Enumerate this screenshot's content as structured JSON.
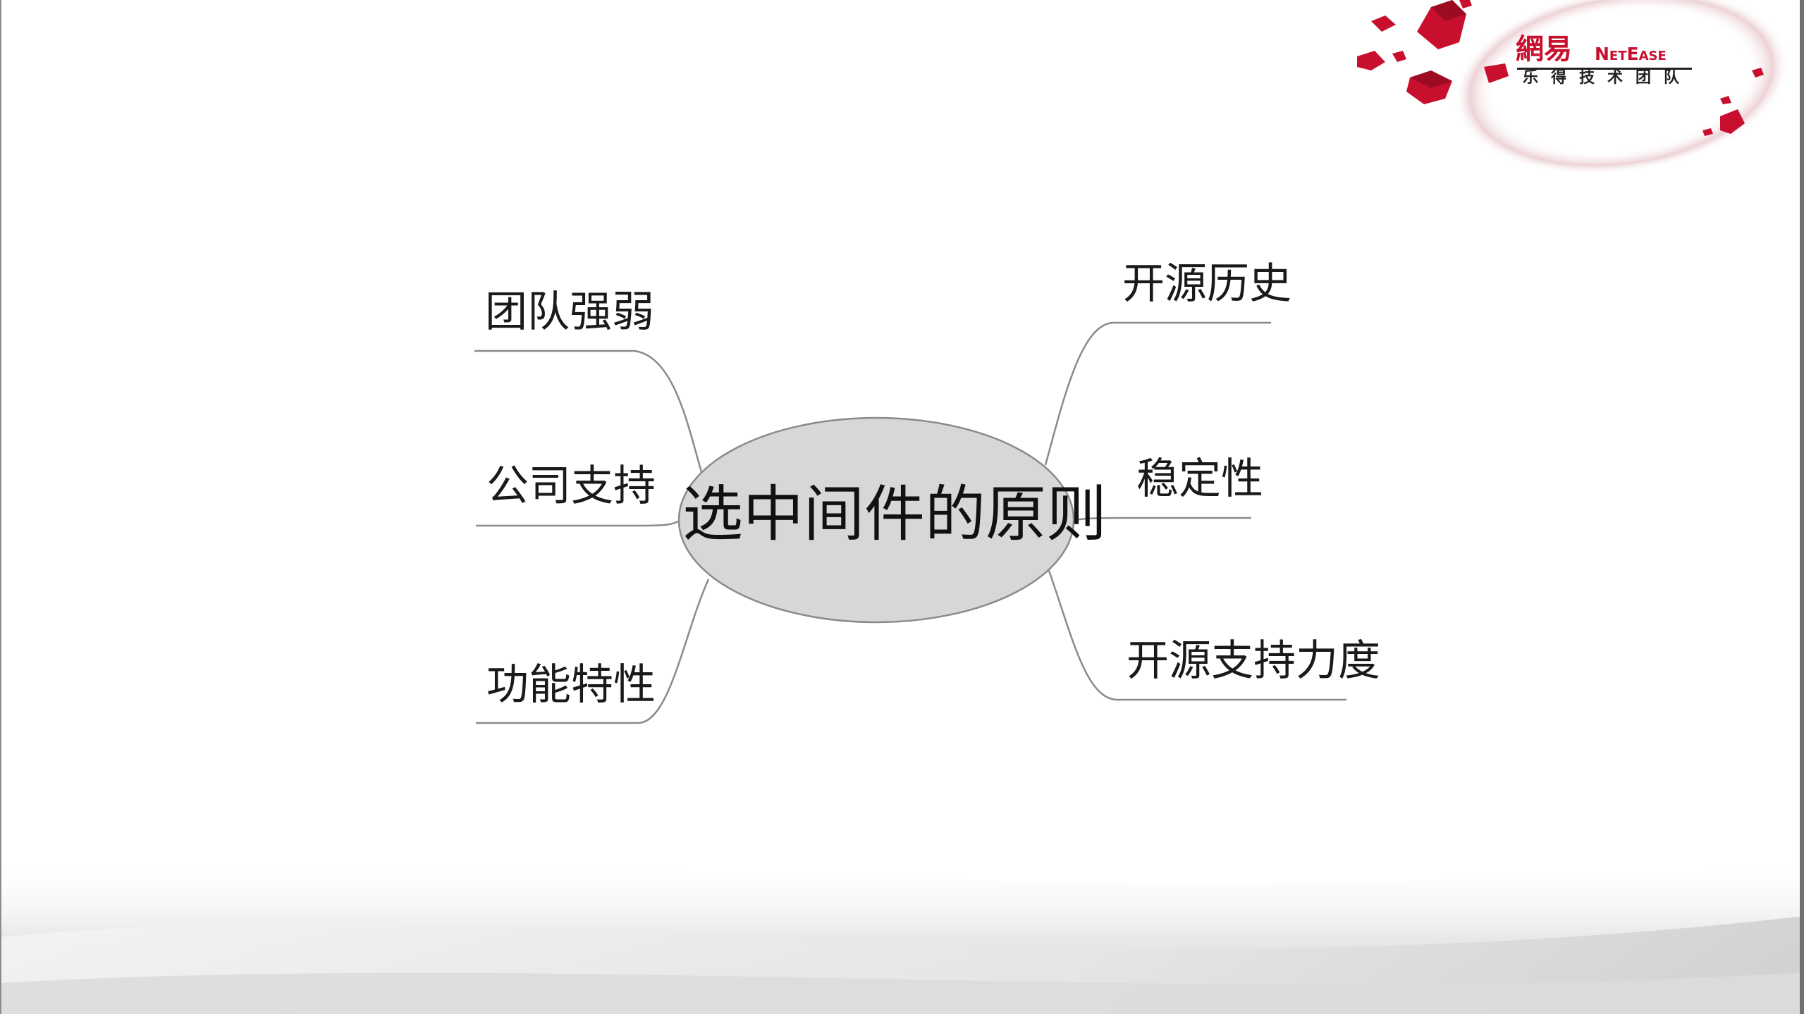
{
  "logo": {
    "chinese": "網易",
    "english": "NetEase",
    "team": "乐得技术团队"
  },
  "mindmap": {
    "center": "选中间件的原则",
    "left_branches": [
      "团队强弱",
      "公司支持",
      "功能特性"
    ],
    "right_branches": [
      "开源历史",
      "稳定性",
      "开源支持力度"
    ]
  },
  "colors": {
    "brand_red": "#c8102e",
    "center_fill": "#d7d7d7",
    "line": "#8a8a8a",
    "text": "#1a1a1a"
  }
}
